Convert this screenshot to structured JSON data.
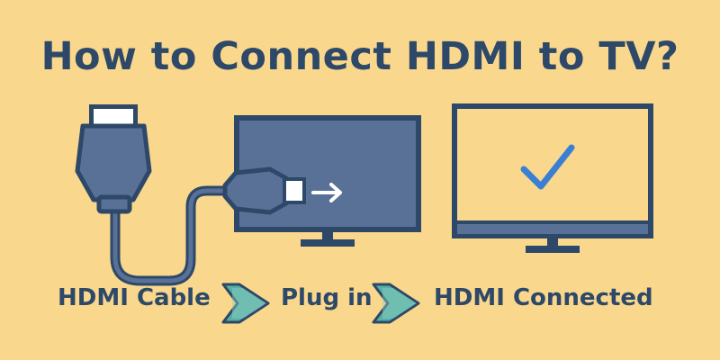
{
  "title": "How to Connect HDMI to TV?",
  "steps": [
    {
      "label": "HDMI Cable"
    },
    {
      "label": "Plug in"
    },
    {
      "label": "HDMI Connected"
    }
  ],
  "icons": {
    "cable": "hdmi-cable-icon",
    "tv_plug": "tv-with-plug-icon",
    "arrow": "right-arrow-icon",
    "tv_connected": "tv-connected-icon",
    "check": "checkmark-icon",
    "chevron": "step-chevron-icon"
  },
  "colors": {
    "background": "#f9d78c",
    "ink": "#2d4868",
    "screen": "#5a7197",
    "accent": "#3b7fd4",
    "chevron": "#56b0a3"
  }
}
